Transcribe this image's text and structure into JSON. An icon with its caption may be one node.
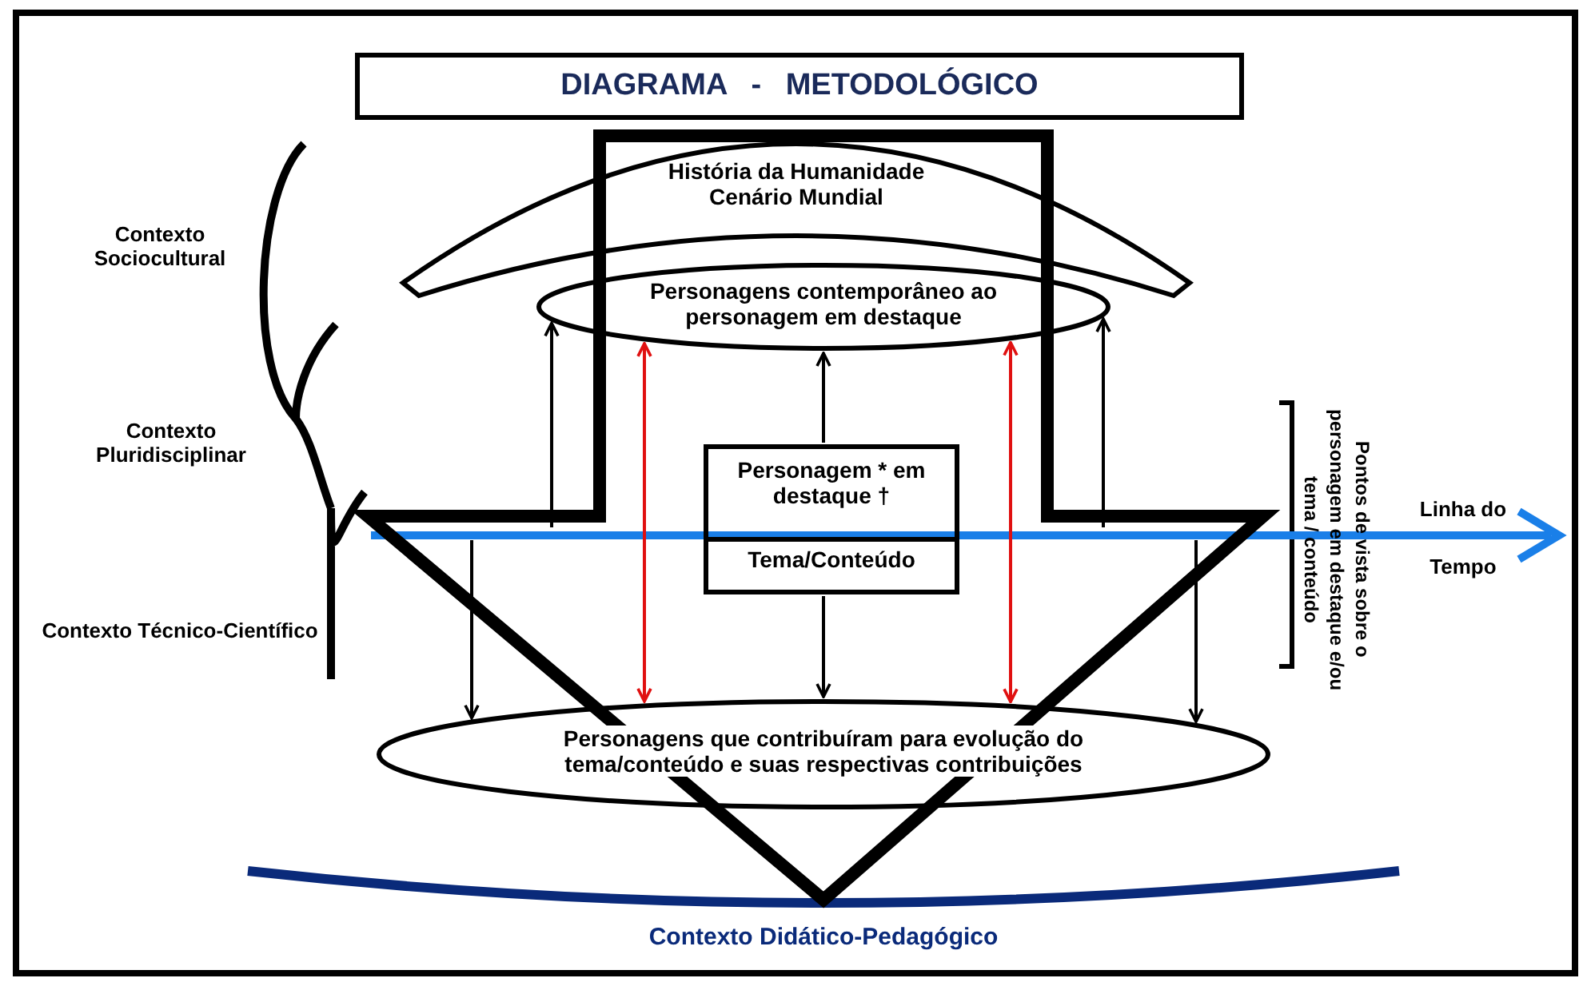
{
  "diagram": {
    "title": "DIAGRAMA - METODOLÓGICO",
    "nodes": [
      {
        "text": [
          "História da Humanidade Cenário Mundial"
        ]
      },
      {
        "text": [
          "Personagens contemporâneo ao personagem em destaque"
        ]
      },
      {
        "text": [
          "Personagem * em destaque †",
          "Tema/Conteúdo"
        ]
      },
      {
        "text": [
          "Personagens que contribuíram para evolução do tema/conteúdo e suas respectivas contribuições"
        ]
      }
    ],
    "edges": [
      {
        "from": null,
        "to": 1,
        "arrow": "to"
      },
      {
        "from": 3,
        "to": 1,
        "arrow": "both",
        "color": "#e01010"
      },
      {
        "from": 2,
        "to": 1,
        "arrow": "to"
      },
      {
        "from": 3,
        "to": 1,
        "arrow": "both",
        "color": "#e01010"
      },
      {
        "from": null,
        "to": 1,
        "arrow": "to"
      },
      {
        "from": null,
        "to": 3,
        "arrow": "to"
      },
      {
        "from": 2,
        "to": 3,
        "arrow": "to"
      },
      {
        "from": null,
        "to": 3,
        "arrow": "to"
      }
    ],
    "labels": [
      "Contexto Sociocultural",
      "Contexto Pluridisciplinar",
      "Contexto Técnico-Científico",
      "Pontos de vista sobre o personagem em destaque e/ou tema / conteúdo",
      "Linha do Tempo",
      "Contexto Didático-Pedagógico"
    ]
  }
}
